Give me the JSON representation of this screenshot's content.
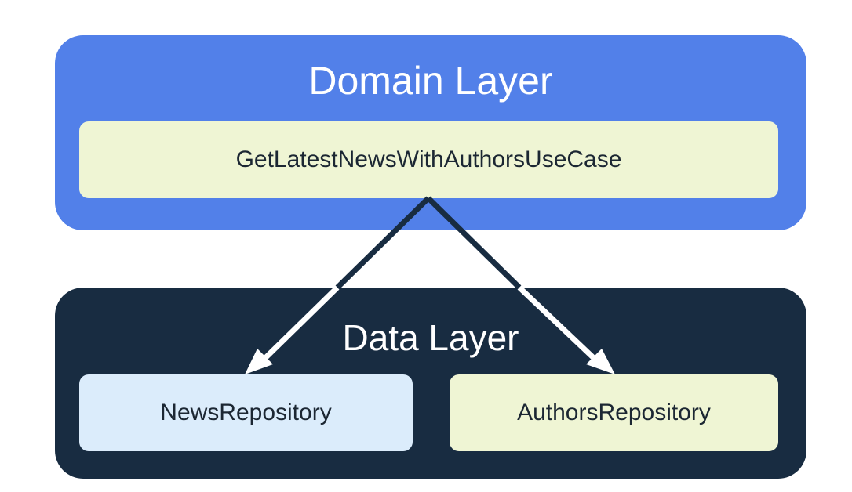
{
  "domain_layer": {
    "title": "Domain Layer",
    "use_case": "GetLatestNewsWithAuthorsUseCase"
  },
  "data_layer": {
    "title": "Data Layer",
    "repositories": [
      "NewsRepository",
      "AuthorsRepository"
    ]
  },
  "colors": {
    "domain_layer_bg": "#5280e9",
    "data_layer_bg": "#182c41",
    "use_case_box": "#eff5d4",
    "news_repository_box": "#dbecfb",
    "authors_repository_box": "#eff5d4",
    "arrow_dark": "#182c41",
    "arrow_light": "#ffffff"
  }
}
